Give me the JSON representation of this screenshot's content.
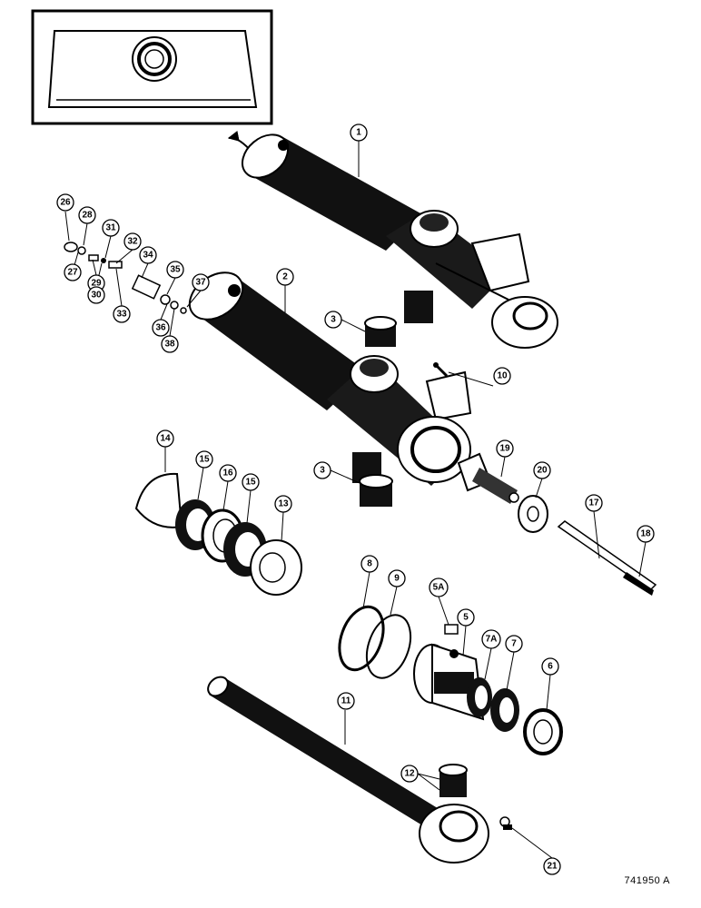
{
  "figure_id": "741950 A",
  "callouts": {
    "c1": "1",
    "c2": "2",
    "c3a": "3",
    "c3b": "3",
    "c5": "5",
    "c5a": "5A",
    "c6": "6",
    "c7": "7",
    "c7a": "7A",
    "c8": "8",
    "c9": "9",
    "c10": "10",
    "c11": "11",
    "c12": "12",
    "c13": "13",
    "c14": "14",
    "c15a": "15",
    "c15b": "15",
    "c16": "16",
    "c17": "17",
    "c18": "18",
    "c19": "19",
    "c20": "20",
    "c21": "21",
    "c26": "26",
    "c27": "27",
    "c28": "28",
    "c29": "29",
    "c30": "30",
    "c31": "31",
    "c32": "32",
    "c33": "33",
    "c34": "34",
    "c35": "35",
    "c36": "36",
    "c37": "37",
    "c38": "38"
  }
}
